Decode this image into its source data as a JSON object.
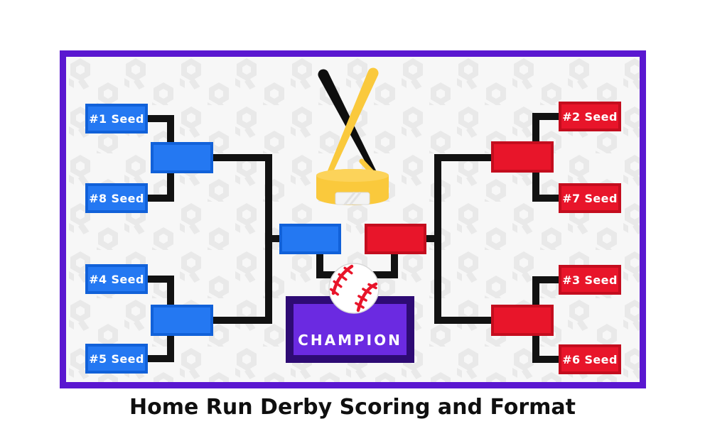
{
  "page": {
    "title": "Home Run Derby Scoring and Format"
  },
  "bracket": {
    "champion_label": "CHAMPION",
    "left_seeds": [
      "#1 Seed",
      "#8 Seed",
      "#4 Seed",
      "#5 Seed"
    ],
    "right_seeds": [
      "#2 Seed",
      "#7 Seed",
      "#3 Seed",
      "#6 Seed"
    ],
    "rounds": {
      "left_color_name": "blue",
      "right_color_name": "red"
    }
  },
  "icons": {
    "trophy": "crossed-baseball-bats-trophy",
    "ball": "baseball"
  },
  "colors": {
    "frame_purple": "#5a17d0",
    "board_bg": "#f7f7f7",
    "pattern_gray": "#e9e9e9",
    "blue_fill": "#2478f2",
    "blue_border": "#1161d9",
    "red_fill": "#e8152a",
    "red_border": "#c40d1e",
    "connector_black": "#121212",
    "champion_fill": "#6b2ae1",
    "champion_border": "#2e0b74",
    "trophy_yellow": "#fac93c",
    "trophy_yellow_light": "#fcd35a",
    "bat_black": "#0e0e0e",
    "stitch_red": "#e8152a",
    "title_black": "#0f0f0f"
  }
}
